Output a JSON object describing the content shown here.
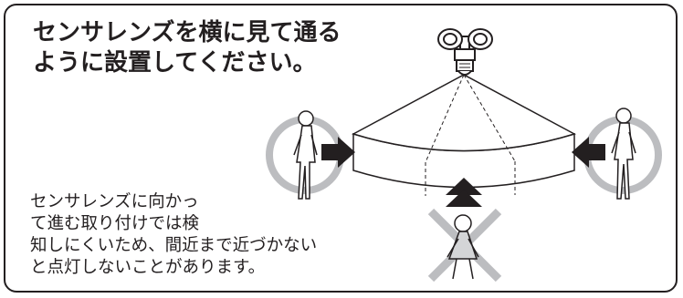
{
  "heading": {
    "lines": [
      "センサレンズを横に見て通る",
      "ように設置してください。"
    ]
  },
  "note": {
    "lines": [
      "センサレンズに向かっ",
      "て進む取り付けでは検",
      "知しにくいため、間近まで近づかない",
      "と点灯しないことがあります。"
    ]
  },
  "illustration": {
    "sensor_light": "floodlight-with-motion-sensor",
    "detection_zone": "fan-shaped-detection-area",
    "walkers": [
      {
        "position": "left",
        "direction": "crossing",
        "status": "recommended",
        "marker": "grey-circle"
      },
      {
        "position": "right",
        "direction": "crossing",
        "status": "recommended",
        "marker": "grey-circle"
      },
      {
        "position": "front",
        "direction": "toward-sensor",
        "status": "not-recommended",
        "marker": "grey-cross"
      }
    ],
    "colors": {
      "ink": "#231f20",
      "marker_grey": "#bcbdc0",
      "zone_fill": "#ffffff"
    }
  }
}
